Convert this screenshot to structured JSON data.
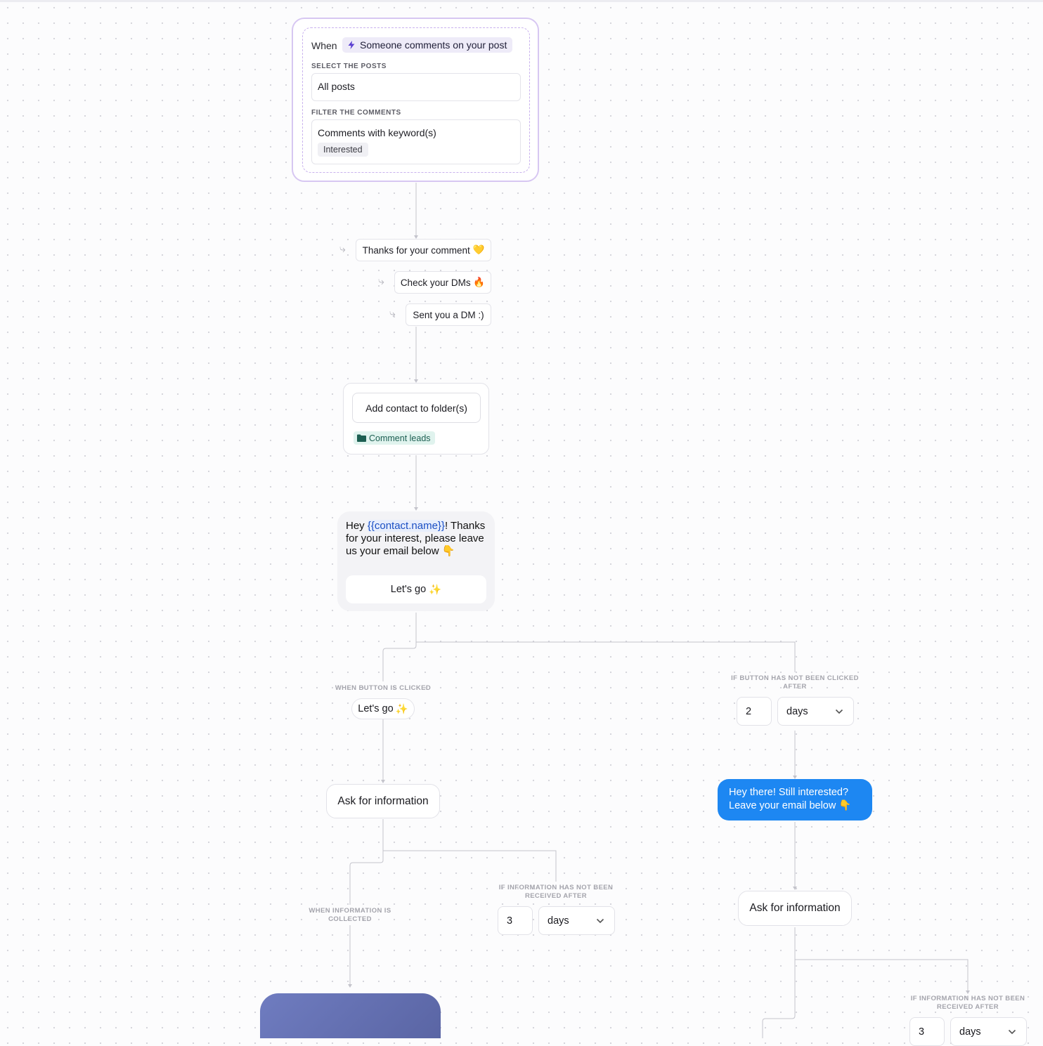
{
  "trigger": {
    "when_label": "When",
    "event_label": "Someone comments on your post",
    "select_posts_label": "SELECT THE POSTS",
    "posts_value": "All posts",
    "filter_label": "FILTER THE COMMENTS",
    "filter_value": "Comments with keyword(s)",
    "keyword": "Interested"
  },
  "replies": [
    {
      "text": "Thanks for your comment",
      "emoji": "💛"
    },
    {
      "text": "Check your DMs",
      "emoji": "🔥"
    },
    {
      "text": "Sent you a DM :)",
      "emoji": ""
    }
  ],
  "action": {
    "label": "Add contact to folder(s)",
    "folder": "Comment leads"
  },
  "message": {
    "greeting": "Hey ",
    "variable": "{{contact.name}}",
    "rest": "! Thanks for your interest, please leave us your email below ",
    "emoji": "👇",
    "button_label": "Let's go",
    "button_emoji": "✨"
  },
  "branches": {
    "clicked_label": "WHEN BUTTON IS CLICKED",
    "clicked_button": "Let's go",
    "clicked_emoji": "✨",
    "not_clicked_label": "IF BUTTON HAS NOT BEEN CLICKED AFTER",
    "not_clicked_value": "2",
    "not_clicked_unit": "days"
  },
  "ask_left": {
    "label": "Ask for information",
    "collected_label": "WHEN INFORMATION IS COLLECTED",
    "not_received_label": "IF INFORMATION HAS NOT BEEN RECEIVED AFTER",
    "value": "3",
    "unit": "days"
  },
  "followup": {
    "line1": "Hey there! Still interested?",
    "line2": "Leave your email below",
    "emoji": "👇"
  },
  "ask_right": {
    "label": "Ask for information",
    "not_received_label": "IF INFORMATION HAS NOT BEEN RECEIVED AFTER",
    "value": "3",
    "unit": "days"
  },
  "colors": {
    "trigger_border": "#d7c7f2",
    "blue_message": "#1d87f2",
    "folder_tag_bg": "#e0f3ee",
    "purple_card": "#6470b3"
  }
}
